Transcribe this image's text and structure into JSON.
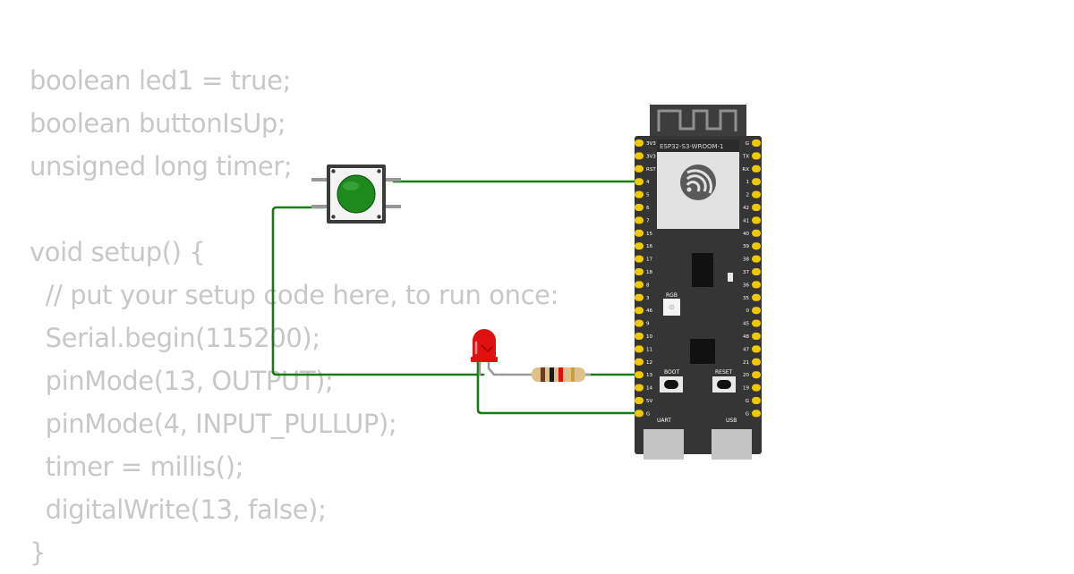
{
  "code_lines": [
    "boolean led1 = true;",
    "boolean buttonIsUp;",
    "unsigned long timer;",
    "",
    "void setup() {",
    "  // put your setup code here, to run once:",
    "  Serial.begin(115200);",
    "  pinMode(13, OUTPUT);",
    "  pinMode(4, INPUT_PULLUP);",
    "  timer = millis();",
    "  digitalWrite(13, false);",
    "}"
  ],
  "board": {
    "module_label": "ESP32-S3-WROOM-1",
    "rgb_label": "RGB",
    "boot_label": "BOOT",
    "reset_label": "RESET",
    "uart_label": "UART",
    "usb_label": "USB",
    "left_pins": [
      "3V3",
      "3V3",
      "RST",
      "4",
      "5",
      "6",
      "7",
      "15",
      "16",
      "17",
      "18",
      "8",
      "3",
      "46",
      "9",
      "10",
      "11",
      "12",
      "13",
      "14",
      "5V",
      "G"
    ],
    "right_pins": [
      "G",
      "TX",
      "RX",
      "1",
      "2",
      "42",
      "41",
      "40",
      "39",
      "38",
      "37",
      "36",
      "35",
      "0",
      "45",
      "48",
      "47",
      "21",
      "20",
      "19",
      "G",
      "G"
    ]
  },
  "colors": {
    "wire": "#1a7a1a",
    "board": "#353535",
    "pin": "#f0c800",
    "button_cap": "#1e8a1e",
    "led": "#e01010",
    "code_text": "#c8c8c8"
  }
}
